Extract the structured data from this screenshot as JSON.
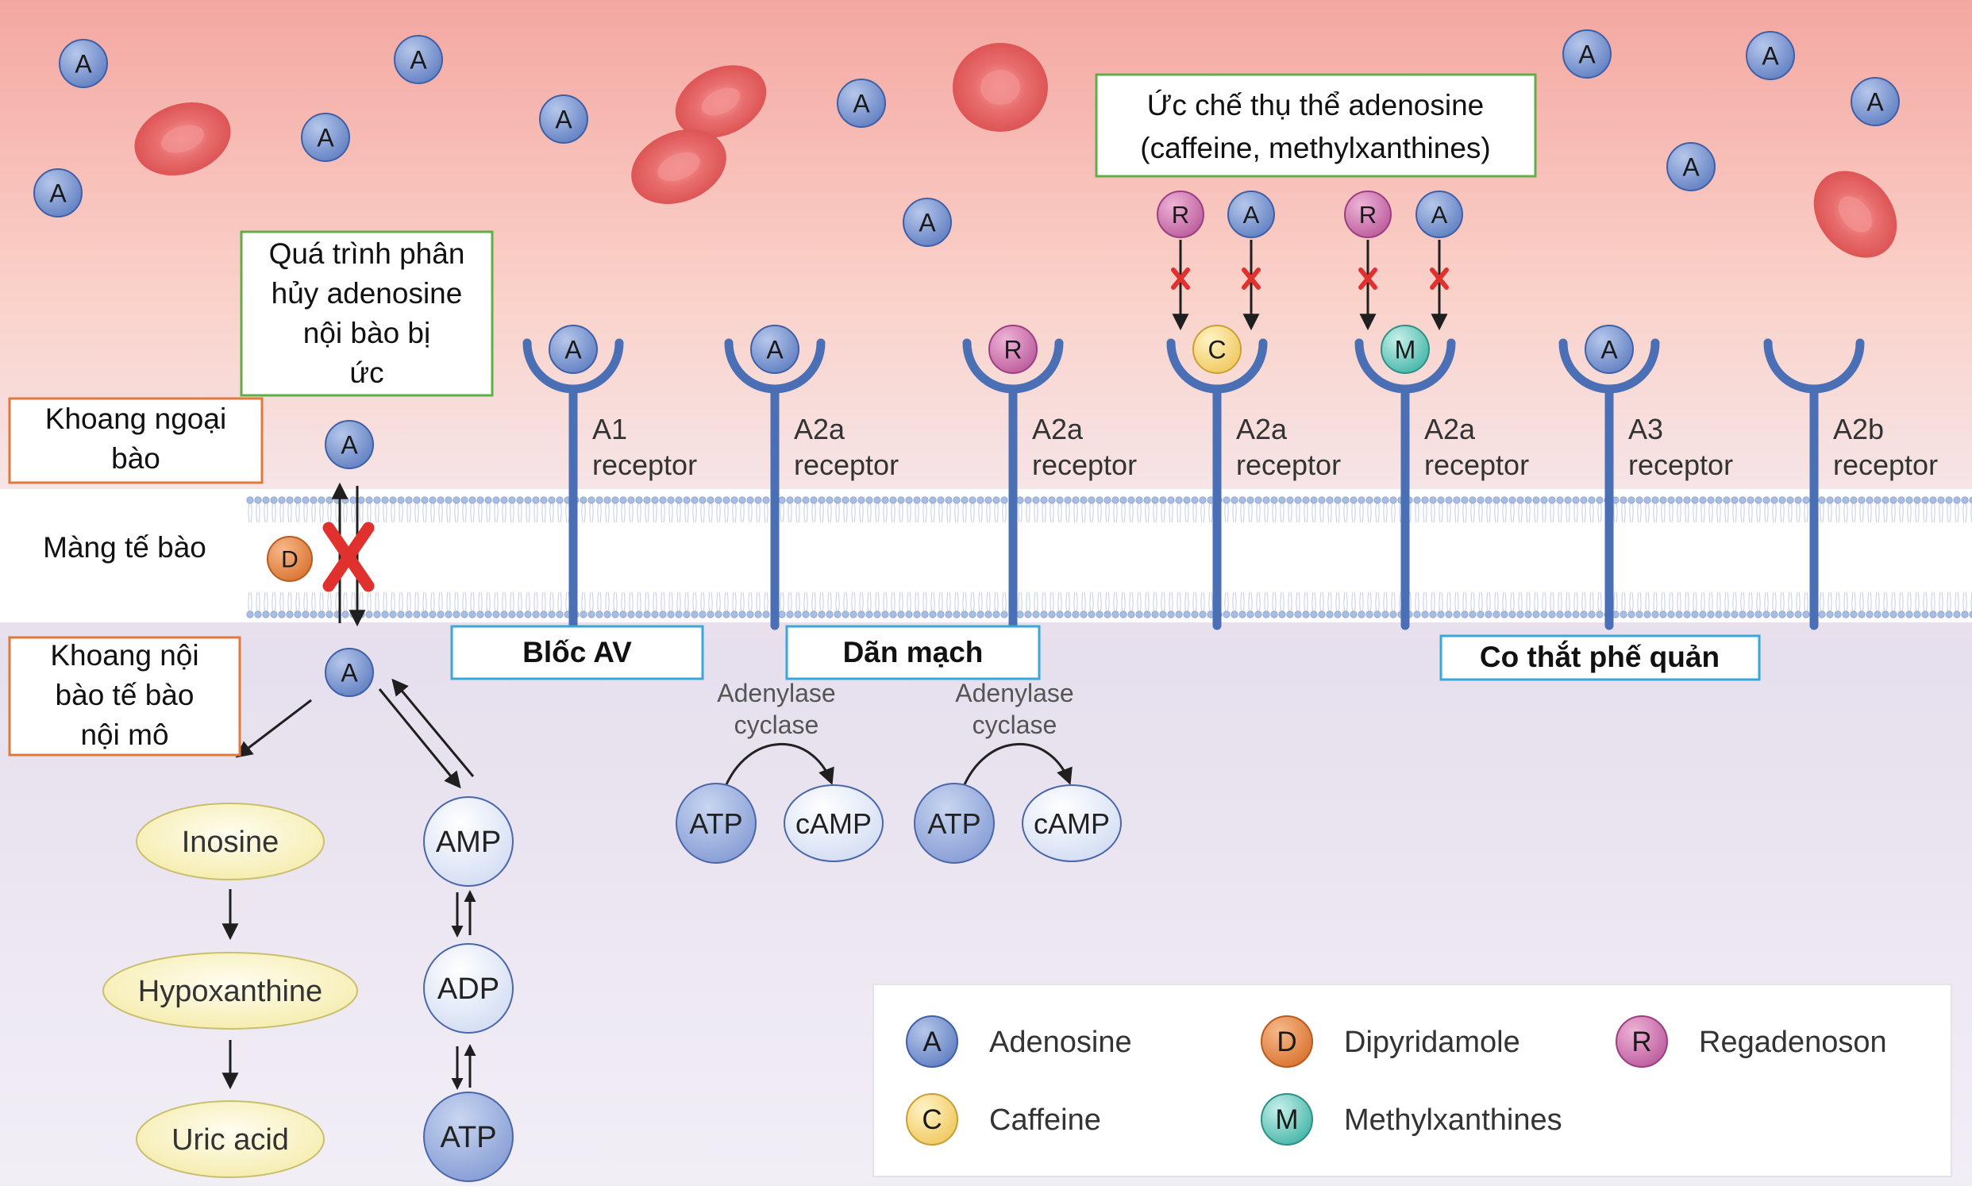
{
  "legend": [
    {
      "letter": "A",
      "name": "Adenosine",
      "color": "#7d97cf"
    },
    {
      "letter": "D",
      "name": "Dipyridamole",
      "color": "#e8884c"
    },
    {
      "letter": "R",
      "name": "Regadenoson",
      "color": "#c977ac"
    },
    {
      "letter": "C",
      "name": "Caffeine",
      "color": "#f6dc8a"
    },
    {
      "letter": "M",
      "name": "Methylxanthines",
      "color": "#74cfc4"
    }
  ],
  "regions": {
    "extracellular": "Khoang ngoại bào",
    "membrane": "Màng tế bào",
    "intracellular": "Khoang nội bào tế bào nội mô"
  },
  "callouts": {
    "breakdown_inhibited": "Quá trình phân hủy adenosine nội bào bị ức chế",
    "receptor_blockade": "Ức chế thụ thể adenosine (caffeine, methylxanthines)"
  },
  "effects": {
    "av_block": "Blốc AV",
    "vasodilation": "Dãn mạch",
    "bronchospasm": "Co thắt phế quản"
  },
  "receptors": [
    {
      "name": "A1",
      "sub": "receptor",
      "ligand": "A"
    },
    {
      "name": "A2a",
      "sub": "receptor",
      "ligand": "A"
    },
    {
      "name": "A2a",
      "sub": "receptor",
      "ligand": "R"
    },
    {
      "name": "A2a",
      "sub": "receptor",
      "ligand": "C"
    },
    {
      "name": "A2a",
      "sub": "receptor",
      "ligand": "M"
    },
    {
      "name": "A3",
      "sub": "receptor",
      "ligand": "A"
    },
    {
      "name": "A2b",
      "sub": "receptor",
      "ligand": ""
    }
  ],
  "blocked_ligands": [
    "R",
    "A",
    "R",
    "A"
  ],
  "transporter_inhibitor": "D",
  "adenosine_letter": "A",
  "enzyme": "Adenylase cyclase",
  "camp_reaction": {
    "substrate": "ATP",
    "product": "cAMP"
  },
  "metabolism": {
    "deamination": [
      "Inosine",
      "Hypoxanthine",
      "Uric acid"
    ],
    "phosphorylation": [
      "AMP",
      "ADP",
      "ATP"
    ]
  }
}
